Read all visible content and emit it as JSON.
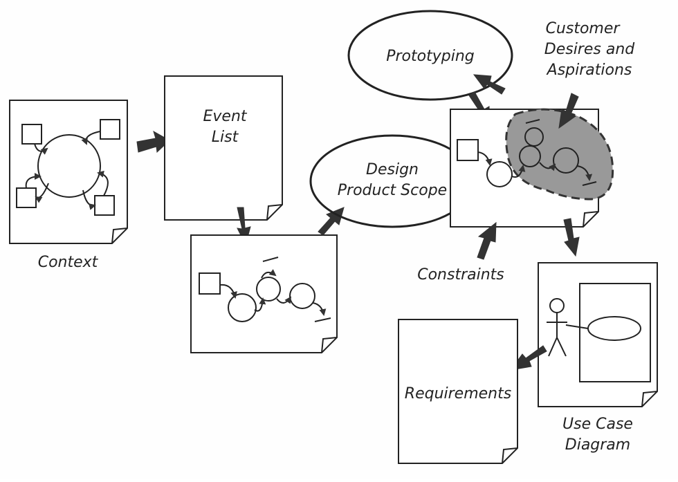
{
  "labels": {
    "context": "Context",
    "event_list": [
      "Event",
      "List"
    ],
    "design_product_scope": [
      "Design",
      "Product Scope"
    ],
    "prototyping": "Prototyping",
    "customer_desires": [
      "Customer",
      "Desires and",
      "Aspirations"
    ],
    "constraints": "Constraints",
    "use_case_diagram": [
      "Use Case",
      "Diagram"
    ],
    "requirements": "Requirements"
  },
  "colors": {
    "line": "#222222",
    "shade": "#999999",
    "arrow": "#333333"
  }
}
